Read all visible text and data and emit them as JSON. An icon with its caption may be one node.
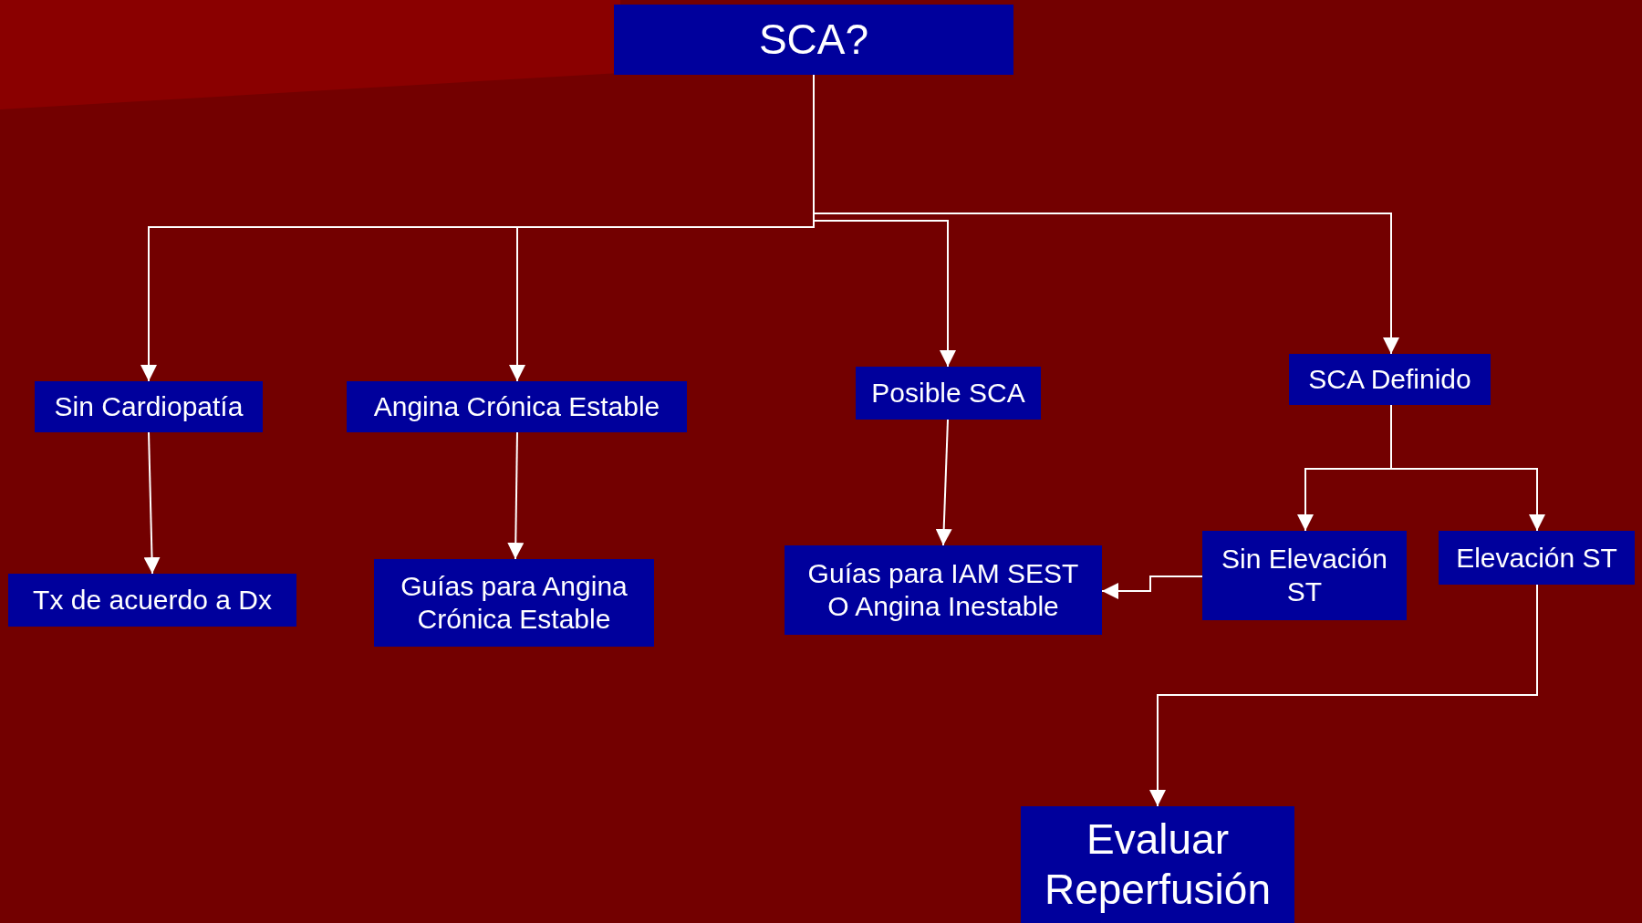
{
  "diagram": {
    "nodes": [
      {
        "text": [
          "SCA?"
        ]
      },
      {
        "text": [
          "Sin Cardiopatía"
        ]
      },
      {
        "text": [
          "Angina Crónica Estable"
        ]
      },
      {
        "text": [
          "Posible SCA"
        ]
      },
      {
        "text": [
          "SCA Definido"
        ]
      },
      {
        "text": [
          "Tx de acuerdo a Dx"
        ]
      },
      {
        "text": [
          "Guías para Angina Crónica Estable"
        ]
      },
      {
        "text": [
          "Guías para IAM SEST O Angina Inestable"
        ]
      },
      {
        "text": [
          "Sin Elevación ST"
        ]
      },
      {
        "text": [
          "Elevación ST"
        ]
      },
      {
        "text": [
          "Evaluar Reperfusión"
        ]
      }
    ],
    "edges": [
      {
        "from": 0,
        "to": 1,
        "arrow": "to"
      },
      {
        "from": 0,
        "to": 2,
        "arrow": "to"
      },
      {
        "from": 0,
        "to": 3,
        "arrow": "to"
      },
      {
        "from": 0,
        "to": 4,
        "arrow": "to"
      },
      {
        "from": 1,
        "to": 5,
        "arrow": "to"
      },
      {
        "from": 2,
        "to": 6,
        "arrow": "to"
      },
      {
        "from": 3,
        "to": 7,
        "arrow": "to"
      },
      {
        "from": 4,
        "to": 8,
        "arrow": "to"
      },
      {
        "from": 4,
        "to": 9,
        "arrow": "to"
      },
      {
        "from": 8,
        "to": 7,
        "arrow": "to"
      },
      {
        "from": 9,
        "to": 10,
        "arrow": "to"
      }
    ]
  }
}
